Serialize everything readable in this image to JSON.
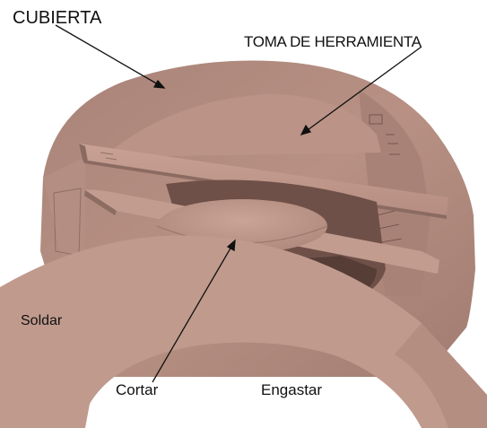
{
  "labels": {
    "cubierta": "CUBIERTA",
    "toma": "TOMA DE HERRAMIENTA",
    "soldar": "Soldar",
    "cortar": "Cortar",
    "engastar": "Engastar"
  },
  "colors": {
    "background": "#ffffff",
    "cardboard": "#b68f83",
    "cardboard_light": "#c49d90",
    "cardboard_shadow": "#7f5f55",
    "ink": "#111111"
  }
}
